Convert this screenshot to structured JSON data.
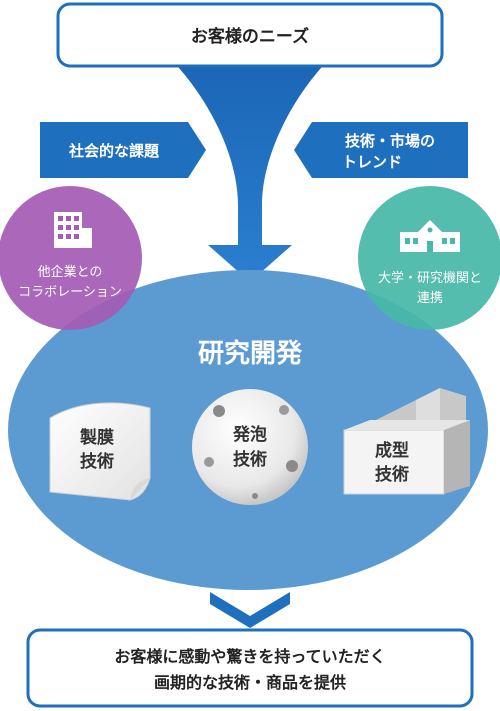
{
  "top_box": {
    "label": "お客様のニーズ"
  },
  "left_arrow": {
    "label": "社会的な課題"
  },
  "right_arrow": {
    "line1": "技術・市場の",
    "line2": "トレンド"
  },
  "left_circle": {
    "line1": "他企業との",
    "line2": "コラボレーション",
    "icon": "office-building-icon"
  },
  "right_circle": {
    "line1": "大学・研究機関と",
    "line2": "連携",
    "icon": "school-building-icon"
  },
  "ellipse": {
    "title": "研究開発"
  },
  "tech": [
    {
      "line1": "製膜",
      "line2": "技術"
    },
    {
      "line1": "発泡",
      "line2": "技術"
    },
    {
      "line1": "成型",
      "line2": "技術"
    }
  ],
  "bottom_box": {
    "line1": "お客様に感動や驚きを持っていただく",
    "line2": "画期的な技術・商品を提供"
  },
  "colors": {
    "primary_blue": "#1f6fbf",
    "ellipse_blue": "#5b9bd1",
    "left_purple": "#a55bb5",
    "right_teal": "#48b8a8",
    "border_blue": "#1f6fbf"
  }
}
